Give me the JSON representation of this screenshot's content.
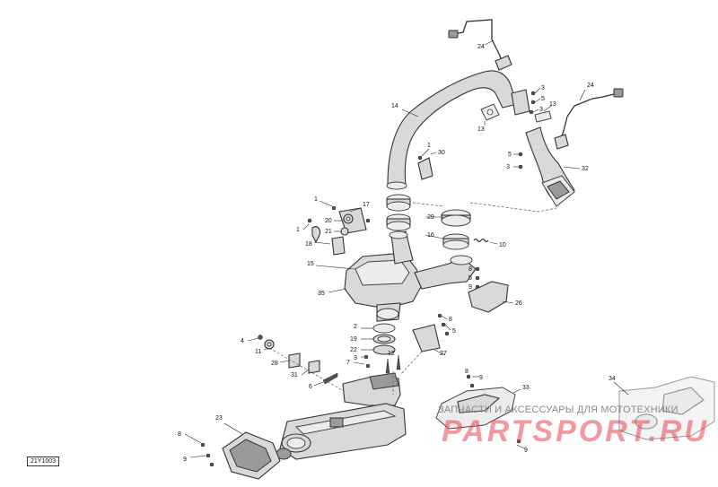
{
  "diagram_code": "21Y1003",
  "watermark": {
    "caption": "ЗАПЧАСТИ И АКСЕССУАРЫ ДЛЯ МОТОТЕХНИКИ",
    "brand": "PARTSPORT.RU",
    "color": "#e64650"
  },
  "callouts": [
    {
      "id": "c24a",
      "label": "24"
    },
    {
      "id": "c24b",
      "label": "24"
    },
    {
      "id": "c14",
      "label": "14"
    },
    {
      "id": "c3a",
      "label": "3"
    },
    {
      "id": "c5a",
      "label": "5"
    },
    {
      "id": "c3b",
      "label": "3"
    },
    {
      "id": "c13a",
      "label": "13"
    },
    {
      "id": "c13b",
      "label": "13"
    },
    {
      "id": "c1a",
      "label": "1"
    },
    {
      "id": "c30",
      "label": "30"
    },
    {
      "id": "c5b",
      "label": "5"
    },
    {
      "id": "c3c",
      "label": "3"
    },
    {
      "id": "c32",
      "label": "32"
    },
    {
      "id": "c1b",
      "label": "1"
    },
    {
      "id": "c17",
      "label": "17"
    },
    {
      "id": "c20",
      "label": "20"
    },
    {
      "id": "c21",
      "label": "21"
    },
    {
      "id": "c29",
      "label": "29"
    },
    {
      "id": "c1c",
      "label": "1"
    },
    {
      "id": "c16",
      "label": "16"
    },
    {
      "id": "c18",
      "label": "18"
    },
    {
      "id": "c10",
      "label": "10"
    },
    {
      "id": "c15",
      "label": "15"
    },
    {
      "id": "c8a",
      "label": "8"
    },
    {
      "id": "c5c",
      "label": "5"
    },
    {
      "id": "c9a",
      "label": "9"
    },
    {
      "id": "c35",
      "label": "35"
    },
    {
      "id": "c26",
      "label": "26"
    },
    {
      "id": "c2",
      "label": "2"
    },
    {
      "id": "c8b",
      "label": "8"
    },
    {
      "id": "c5d",
      "label": "5"
    },
    {
      "id": "c19",
      "label": "19"
    },
    {
      "id": "c22",
      "label": "22"
    },
    {
      "id": "c3d",
      "label": "3"
    },
    {
      "id": "c4",
      "label": "4"
    },
    {
      "id": "c11",
      "label": "11"
    },
    {
      "id": "c28",
      "label": "28"
    },
    {
      "id": "c7",
      "label": "7"
    },
    {
      "id": "c12",
      "label": "12"
    },
    {
      "id": "c27",
      "label": "27"
    },
    {
      "id": "c31",
      "label": "31"
    },
    {
      "id": "c6",
      "label": "6"
    },
    {
      "id": "c8c",
      "label": "8"
    },
    {
      "id": "c9b",
      "label": "9"
    },
    {
      "id": "c33",
      "label": "33"
    },
    {
      "id": "c34",
      "label": "34"
    },
    {
      "id": "c23",
      "label": "23"
    },
    {
      "id": "c8d",
      "label": "8"
    },
    {
      "id": "c9c",
      "label": "9"
    },
    {
      "id": "c9d",
      "label": "9"
    }
  ]
}
